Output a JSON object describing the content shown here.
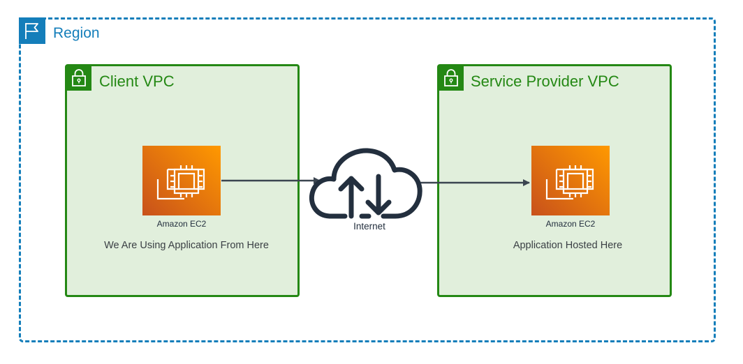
{
  "region": {
    "label": "Region",
    "icon": "flag-icon",
    "color": "#147eba"
  },
  "client_vpc": {
    "label": "Client VPC",
    "icon": "lock-icon",
    "ec2_label": "Amazon EC2",
    "description": "We Are Using Application From Here"
  },
  "provider_vpc": {
    "label": "Service Provider VPC",
    "icon": "lock-icon",
    "ec2_label": "Amazon EC2",
    "description": "Application Hosted Here"
  },
  "internet": {
    "label": "Internet",
    "icon": "cloud-upload-download-icon"
  },
  "colors": {
    "vpc_border": "#248814",
    "vpc_fill": "#e1efdc",
    "ec2_gradient_start": "#c8511b",
    "ec2_gradient_end": "#ff9900",
    "arrow": "#3b4550"
  }
}
